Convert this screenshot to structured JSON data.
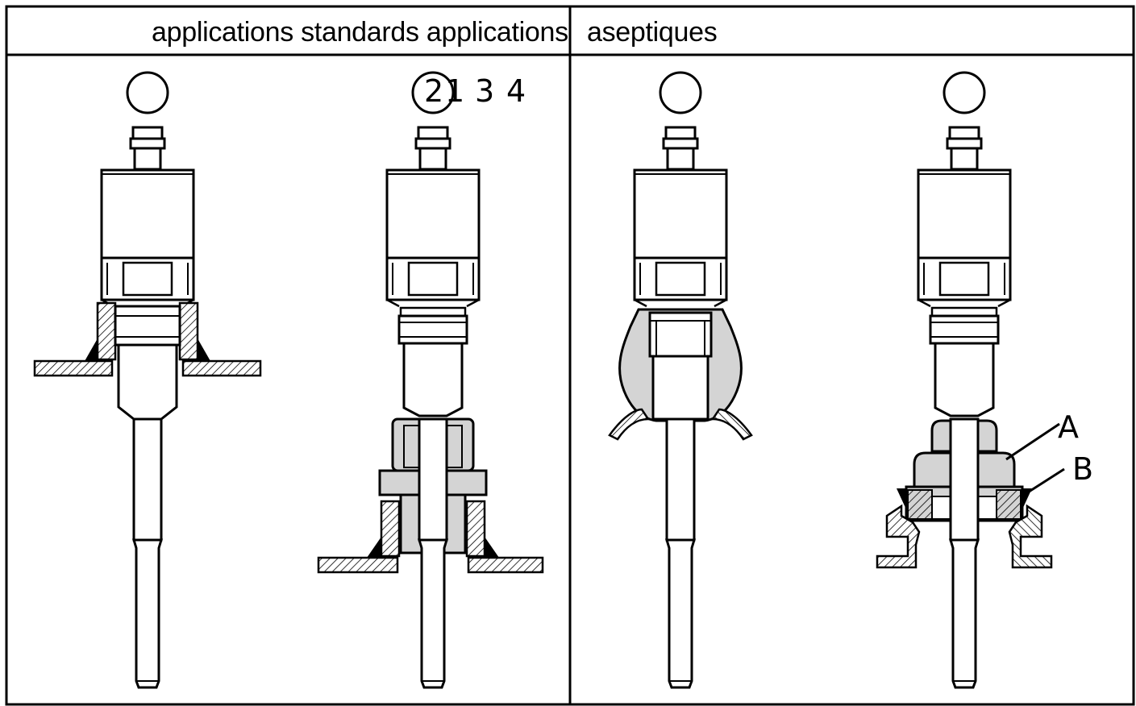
{
  "header": {
    "standard_label": "applications standards applications",
    "aseptic_label": "aseptiques"
  },
  "callouts": {
    "c1": "2",
    "c2": "1",
    "c3": "3",
    "c4": "4"
  },
  "part_labels": {
    "a": "A",
    "b": "B"
  },
  "colors": {
    "line": "#000000",
    "gray_fill": "#d4d4d4",
    "background": "#ffffff"
  }
}
